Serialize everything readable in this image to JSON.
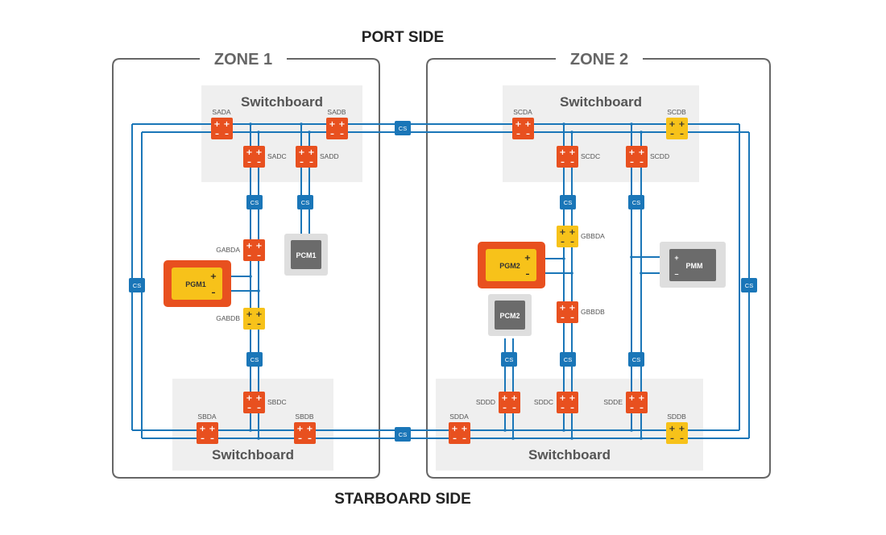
{
  "sides": {
    "port": "PORT SIDE",
    "starboard": "STARBOARD SIDE"
  },
  "zones": [
    {
      "title": "ZONE 1"
    },
    {
      "title": "ZONE 2"
    }
  ],
  "switchboard_label": "Switchboard",
  "cs_label": "CS",
  "signs": {
    "plus": "+",
    "minus": "–"
  },
  "breakers": [
    {
      "label": "SADA",
      "color": "red"
    },
    {
      "label": "SADB",
      "color": "red"
    },
    {
      "label": "SADC",
      "color": "red"
    },
    {
      "label": "SADD",
      "color": "red"
    },
    {
      "label": "GABDA",
      "color": "red"
    },
    {
      "label": "GABDB",
      "color": "yellow"
    },
    {
      "label": "SBDC",
      "color": "red"
    },
    {
      "label": "SBDA",
      "color": "red"
    },
    {
      "label": "SBDB",
      "color": "red"
    },
    {
      "label": "SCDA",
      "color": "red"
    },
    {
      "label": "SCDB",
      "color": "yellow"
    },
    {
      "label": "SCDC",
      "color": "red"
    },
    {
      "label": "SCDD",
      "color": "red"
    },
    {
      "label": "GBBDA",
      "color": "yellow"
    },
    {
      "label": "GBBDB",
      "color": "red"
    },
    {
      "label": "SDDA",
      "color": "red"
    },
    {
      "label": "SDDD",
      "color": "red"
    },
    {
      "label": "SDDC",
      "color": "red"
    },
    {
      "label": "SDDE",
      "color": "red"
    },
    {
      "label": "SDDB",
      "color": "yellow"
    }
  ],
  "generators": [
    {
      "label": "PGM1"
    },
    {
      "label": "PGM2"
    }
  ],
  "modules": [
    {
      "label": "PCM1"
    },
    {
      "label": "PCM2"
    },
    {
      "label": "PMM"
    }
  ],
  "colors": {
    "bus": "#1a76b8",
    "breaker_red": "#e8501f",
    "breaker_yellow": "#f7c21a",
    "module_gray": "#6b6b6b",
    "panel": "#efefef",
    "zone_frame": "#666666"
  }
}
